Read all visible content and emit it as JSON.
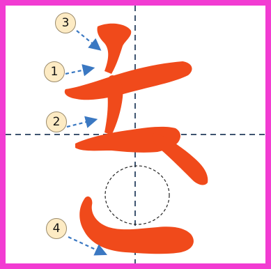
{
  "card": {
    "frame_color": "#f23cd2",
    "background": "#ffffff",
    "guide_color": "#3e5470",
    "glyph_color": "#f04a1b",
    "arrow_color": "#3a78c2",
    "badge_fill": "#fdebc4"
  },
  "stroke_badges": [
    {
      "label": "3"
    },
    {
      "label": "1"
    },
    {
      "label": "2"
    },
    {
      "label": "4"
    }
  ]
}
